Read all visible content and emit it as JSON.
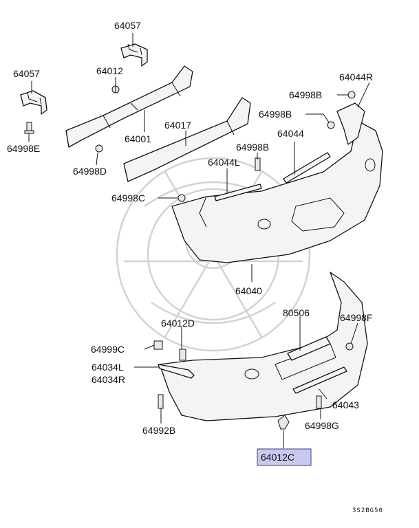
{
  "diagram_code": "3S2BG50",
  "highlighted_part": "64012C",
  "labels": {
    "p64057_top": "64057",
    "p64057_left": "64057",
    "p64012": "64012",
    "p64044R": "64044R",
    "p64998B_1": "64998B",
    "p64998B_2": "64998B",
    "p64017": "64017",
    "p64044": "64044",
    "p64001": "64001",
    "p64998E": "64998E",
    "p64998D": "64998D",
    "p64998B_3": "64998B",
    "p64044L": "64044L",
    "p64998C": "64998C",
    "p64040": "64040",
    "p80506": "80506",
    "p64998F": "64998F",
    "p64012D": "64012D",
    "p64999C": "64999C",
    "p64034L": "64034L",
    "p64034R": "64034R",
    "p64043": "64043",
    "p64998G": "64998G",
    "p64992B": "64992B",
    "p64012C": "64012C"
  }
}
